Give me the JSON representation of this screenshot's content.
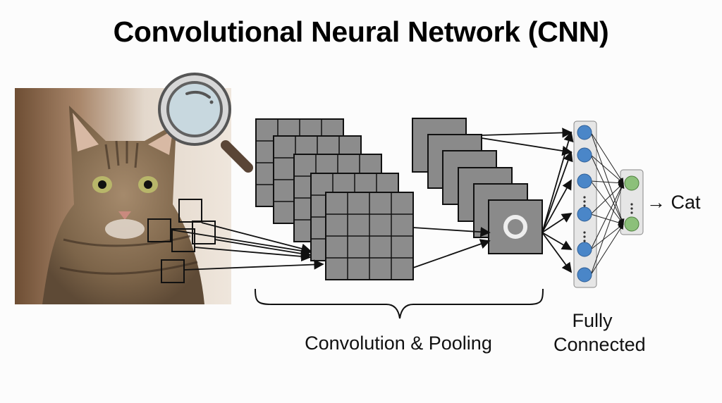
{
  "title": "Convolutional Neural Network (CNN)",
  "input_image": {
    "subject": "tabby cat photo",
    "icon": "magnifying-glass-icon",
    "patch_count": 5
  },
  "stages": {
    "conv_pool": {
      "label": "Convolution & Pooling",
      "feature_map_stacks": [
        {
          "maps": 5,
          "grid": "4x4"
        },
        {
          "maps": 6,
          "grid": "1x1"
        }
      ]
    },
    "fully_connected": {
      "label": "Fully Connected",
      "hidden_nodes_visible": 6,
      "output_nodes_visible": 2,
      "ellipsis": "⋮"
    }
  },
  "output": {
    "label": "Cat",
    "arrow": "→"
  },
  "colors": {
    "hidden_node": "#4a86c8",
    "output_node": "#8cc07a",
    "feature_map": "#8a8a8a",
    "panel": "#e6e6e6"
  }
}
